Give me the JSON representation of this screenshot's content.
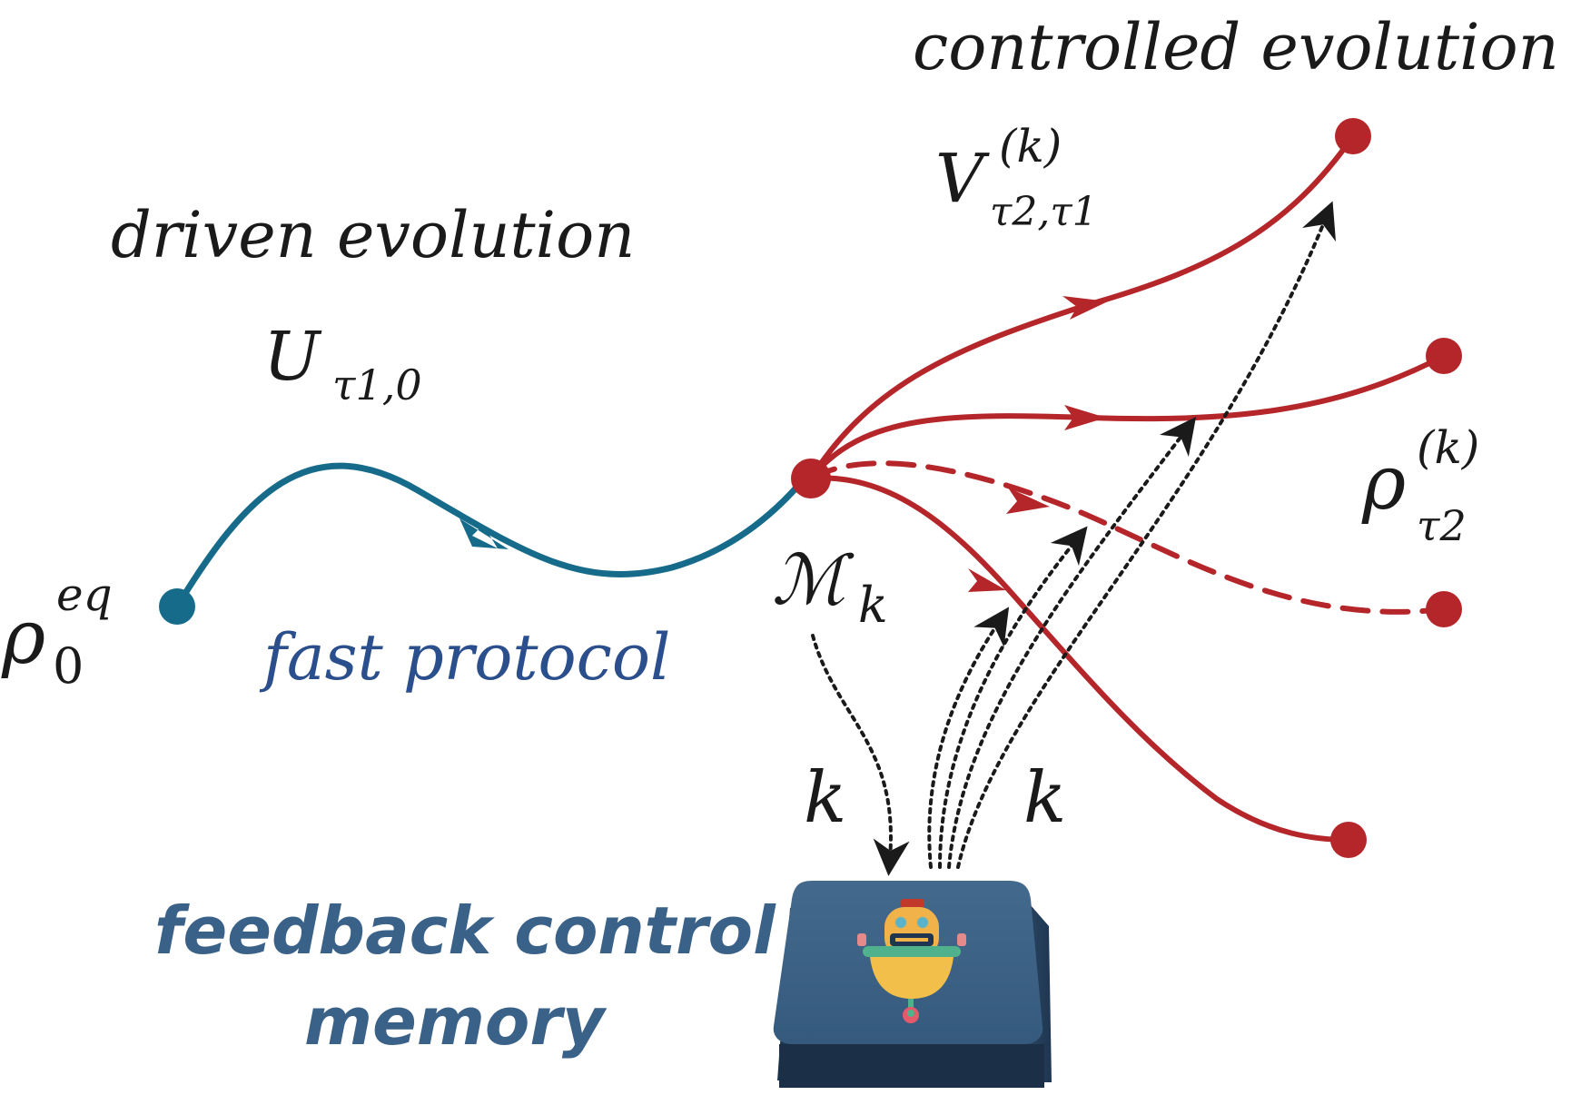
{
  "colors": {
    "blue_path": "#176b8a",
    "red_path": "#b5262a",
    "text_dark": "#1a1a1a",
    "text_blue": "#2b4f8c",
    "memory_text": "#3a6188",
    "box_top": "#3b6286",
    "box_side": "#2a4866"
  },
  "labels": {
    "driven_evolution": "driven evolution",
    "U_main": "U",
    "U_sub": "τ1,0",
    "fast_protocol": "fast protocol",
    "rho0_main": "ρ",
    "rho0_sup": "eq",
    "rho0_sub": "0",
    "controlled_evolution": "controlled evolution",
    "V_main": "V",
    "V_sup": "(k)",
    "V_sub": "τ2,τ1",
    "rho_tau2_main": "ρ",
    "rho_tau2_sup": "(k)",
    "rho_tau2_sub": "τ2",
    "M_main": "ℳ",
    "M_sub": "k",
    "k_down": "k",
    "k_up": "k",
    "feedback_line1": "feedback control",
    "feedback_line2": "memory"
  },
  "icons": {
    "memory_box": "memory-box-icon",
    "robot": "robot-icon"
  }
}
